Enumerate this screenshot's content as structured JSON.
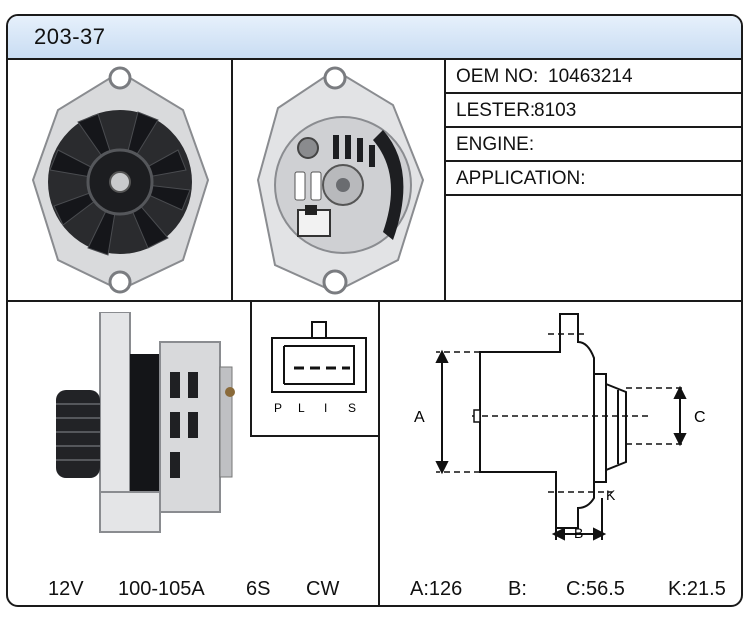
{
  "header": {
    "model": "203-37"
  },
  "info": {
    "oem_label": "OEM NO:",
    "oem_value": "10463214",
    "lester_label": "LESTER:",
    "lester_value": "8103",
    "engine_label": "ENGINE:",
    "engine_value": "",
    "application_label": "APPLICATION:",
    "application_value": ""
  },
  "connector": {
    "pins": [
      "P",
      "L",
      "I",
      "S"
    ]
  },
  "specs": {
    "voltage": "12V",
    "amperage": "100-105A",
    "pulley": "6S",
    "rotation": "CW"
  },
  "dimensions": {
    "a": "A:126",
    "b": "B:",
    "c": "C:56.5",
    "k": "K:21.5",
    "label_a": "A",
    "label_b": "B",
    "label_c": "C",
    "label_k": "K"
  },
  "colors": {
    "header_bg": "#d6e6f7",
    "border": "#1a1a1a",
    "metal": "#d9dadc",
    "dark": "#202124"
  }
}
